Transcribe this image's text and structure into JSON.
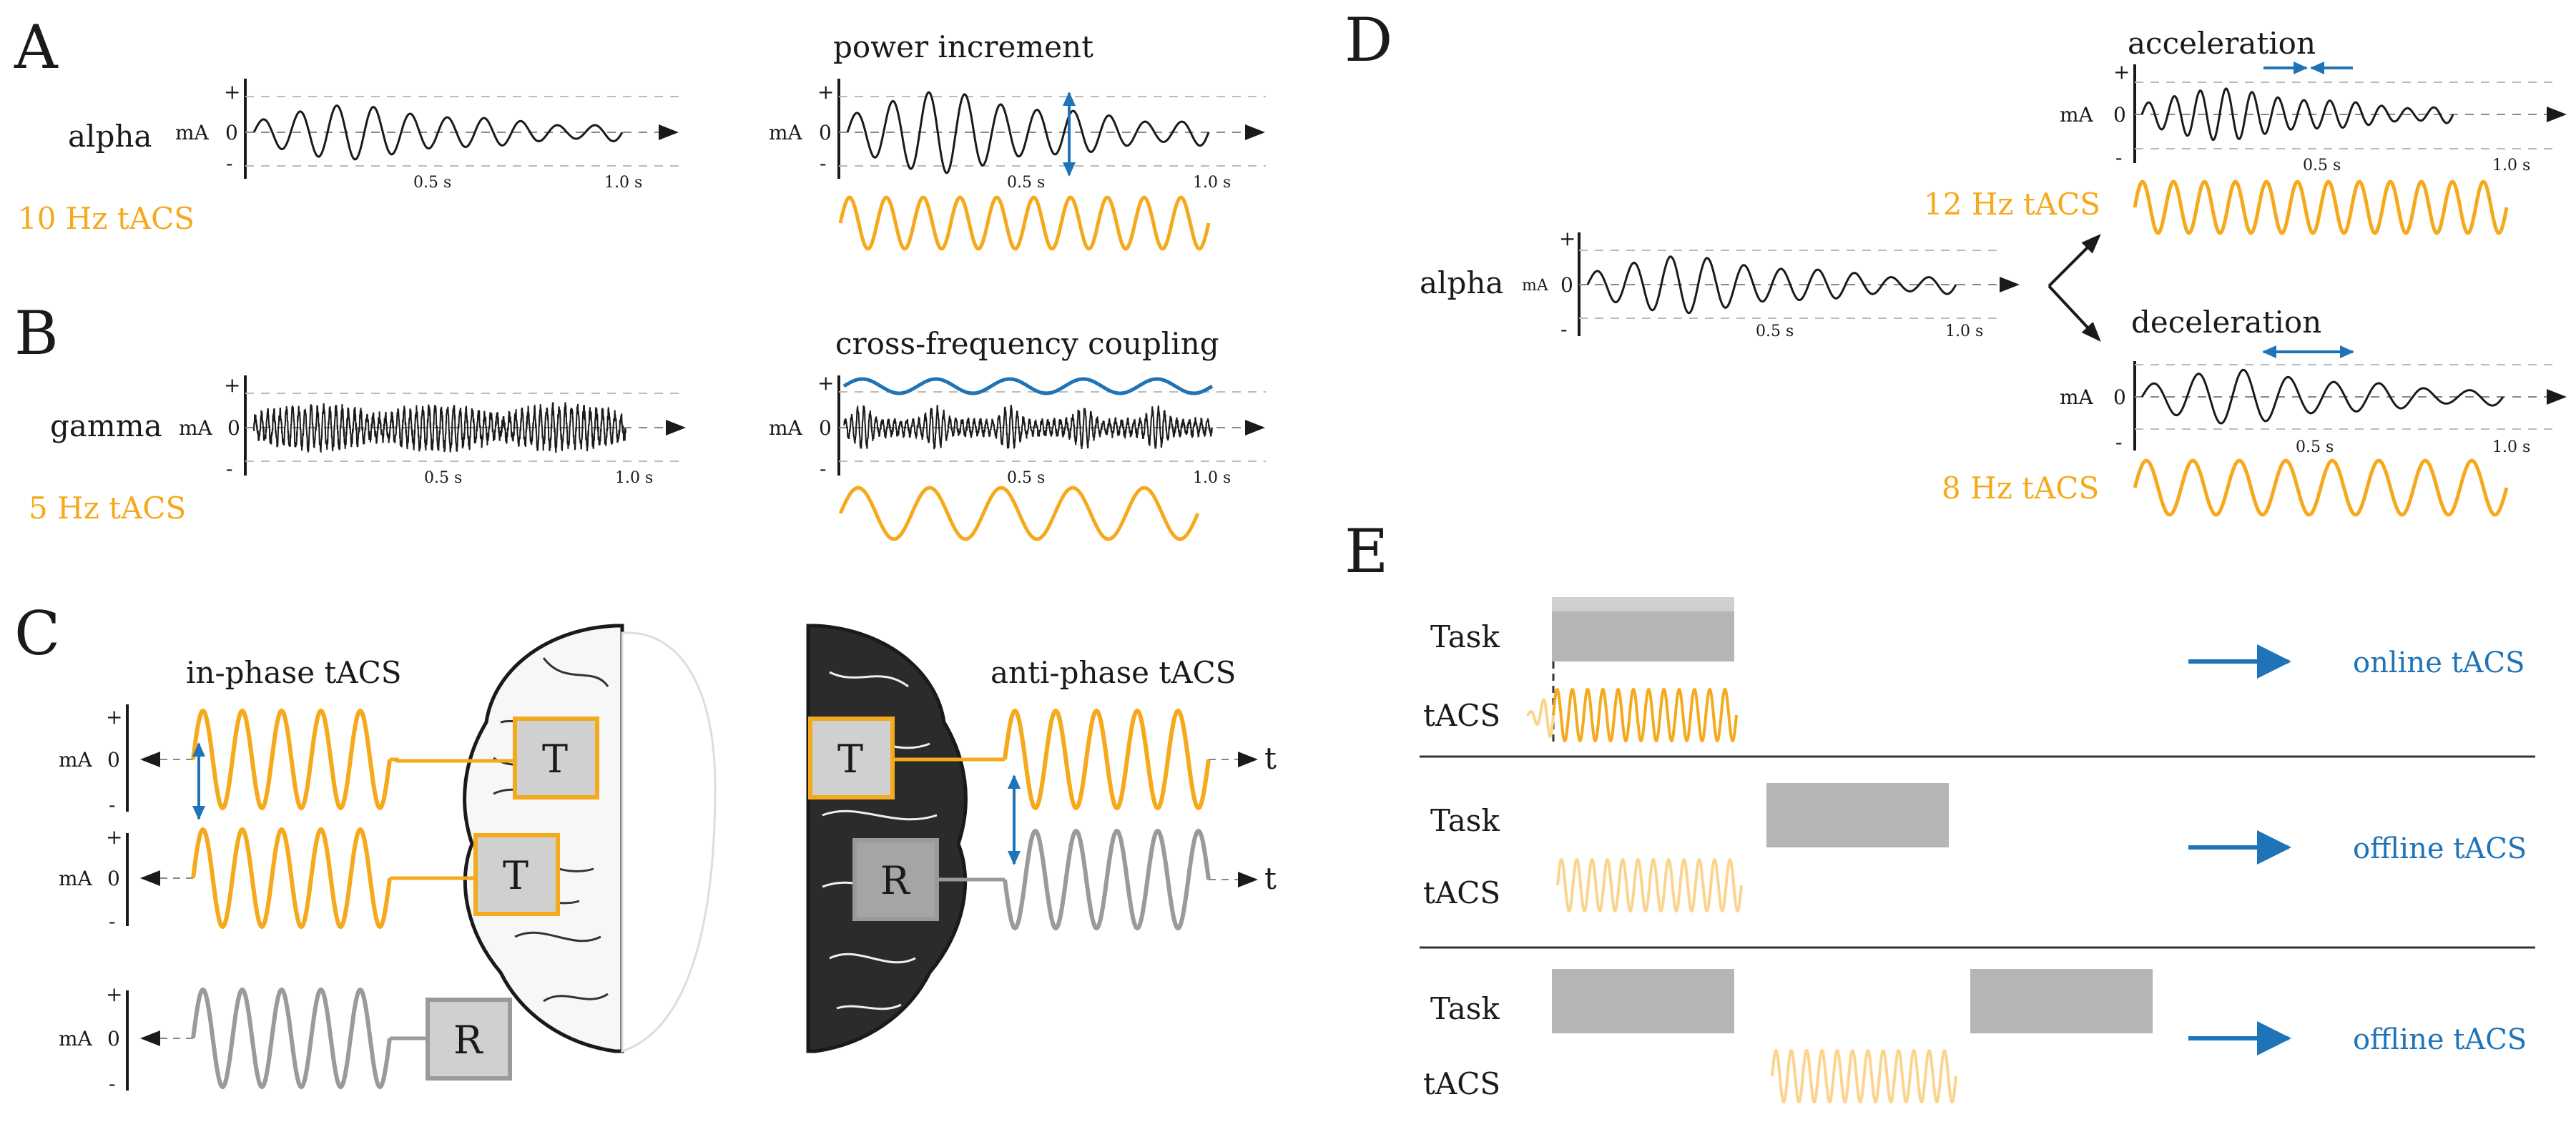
{
  "panels": {
    "a": "A",
    "b": "B",
    "c": "C",
    "d": "D",
    "e": "E"
  },
  "axis": {
    "plus": "+",
    "minus": "-",
    "unit": "mA",
    "zero": "0",
    "t": "t",
    "half_s": "0.5 s",
    "one_s": "1.0 s"
  },
  "panel_a": {
    "band": "alpha",
    "stim": "10 Hz tACS",
    "effect": "power increment"
  },
  "panel_b": {
    "band": "gamma",
    "stim": "5 Hz tACS",
    "effect": "cross-frequency coupling"
  },
  "panel_c": {
    "left_title": "in-phase tACS",
    "right_title": "anti-phase tACS",
    "target": "T",
    "reference": "R"
  },
  "panel_d": {
    "band": "alpha",
    "fast_effect": "acceleration",
    "fast_stim": "12 Hz tACS",
    "slow_effect": "deceleration",
    "slow_stim": "8 Hz tACS"
  },
  "panel_e": {
    "task_label": "Task",
    "tacs_label": "tACS",
    "rows": [
      {
        "outcome": "online tACS"
      },
      {
        "outcome": "offline tACS"
      },
      {
        "outcome": "offline tACS"
      }
    ]
  },
  "colors": {
    "stim": "#f5a91c",
    "stim_faded": "#fbd48e",
    "annotation": "#1f73b7",
    "reference": "#9a9a9a",
    "block": "#b5b5b5",
    "text": "#1a1a1a"
  }
}
